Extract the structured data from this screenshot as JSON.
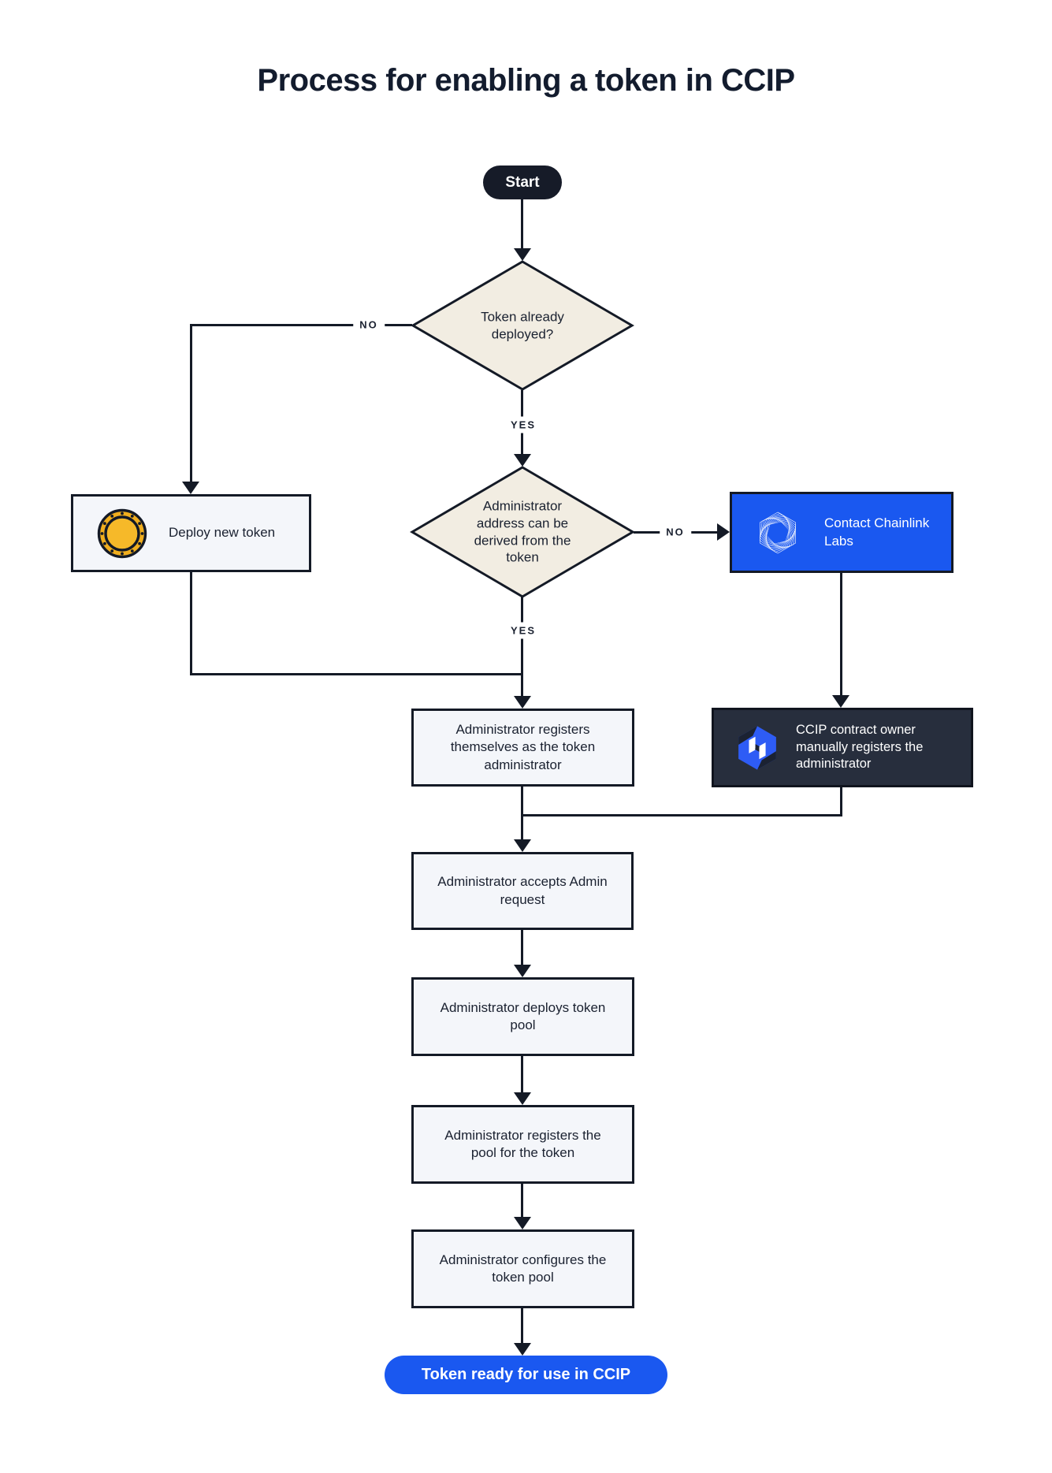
{
  "title": "Process for enabling a token in CCIP",
  "colors": {
    "ink": "#141a26",
    "diamond_fill": "#f2ede2",
    "box_fill": "#f4f6fa",
    "blue": "#1a58f0",
    "dark_box_fill": "#272e3d",
    "coin_gold": "#f0ae1e",
    "coin_gold_inner": "#f6b929"
  },
  "nodes": {
    "start": {
      "label": "Start"
    },
    "decision_token_deployed": {
      "label": "Token already deployed?"
    },
    "deploy_new_token": {
      "label": "Deploy new token",
      "icon": "coin-icon"
    },
    "decision_admin_address": {
      "label": "Administrator address can be derived from the token"
    },
    "contact_chainlink": {
      "label": "Contact Chainlink Labs",
      "icon": "chainlink-logo-icon"
    },
    "admin_registers_self": {
      "label": "Administrator registers themselves as the token administrator"
    },
    "ccip_owner_registers": {
      "label": "CCIP contract owner manually registers the administrator",
      "icon": "ccip-logo-icon"
    },
    "admin_accepts": {
      "label": "Administrator accepts Admin request"
    },
    "admin_deploys_pool": {
      "label": "Administrator deploys token pool"
    },
    "admin_registers_pool": {
      "label": "Administrator registers the pool for the token"
    },
    "admin_configures_pool": {
      "label": "Administrator configures the token pool"
    },
    "token_ready": {
      "label": "Token ready for use in CCIP"
    }
  },
  "edge_labels": {
    "no_token_deployed": "NO",
    "yes_token_deployed": "YES",
    "no_admin_address": "NO",
    "yes_admin_address": "YES"
  }
}
